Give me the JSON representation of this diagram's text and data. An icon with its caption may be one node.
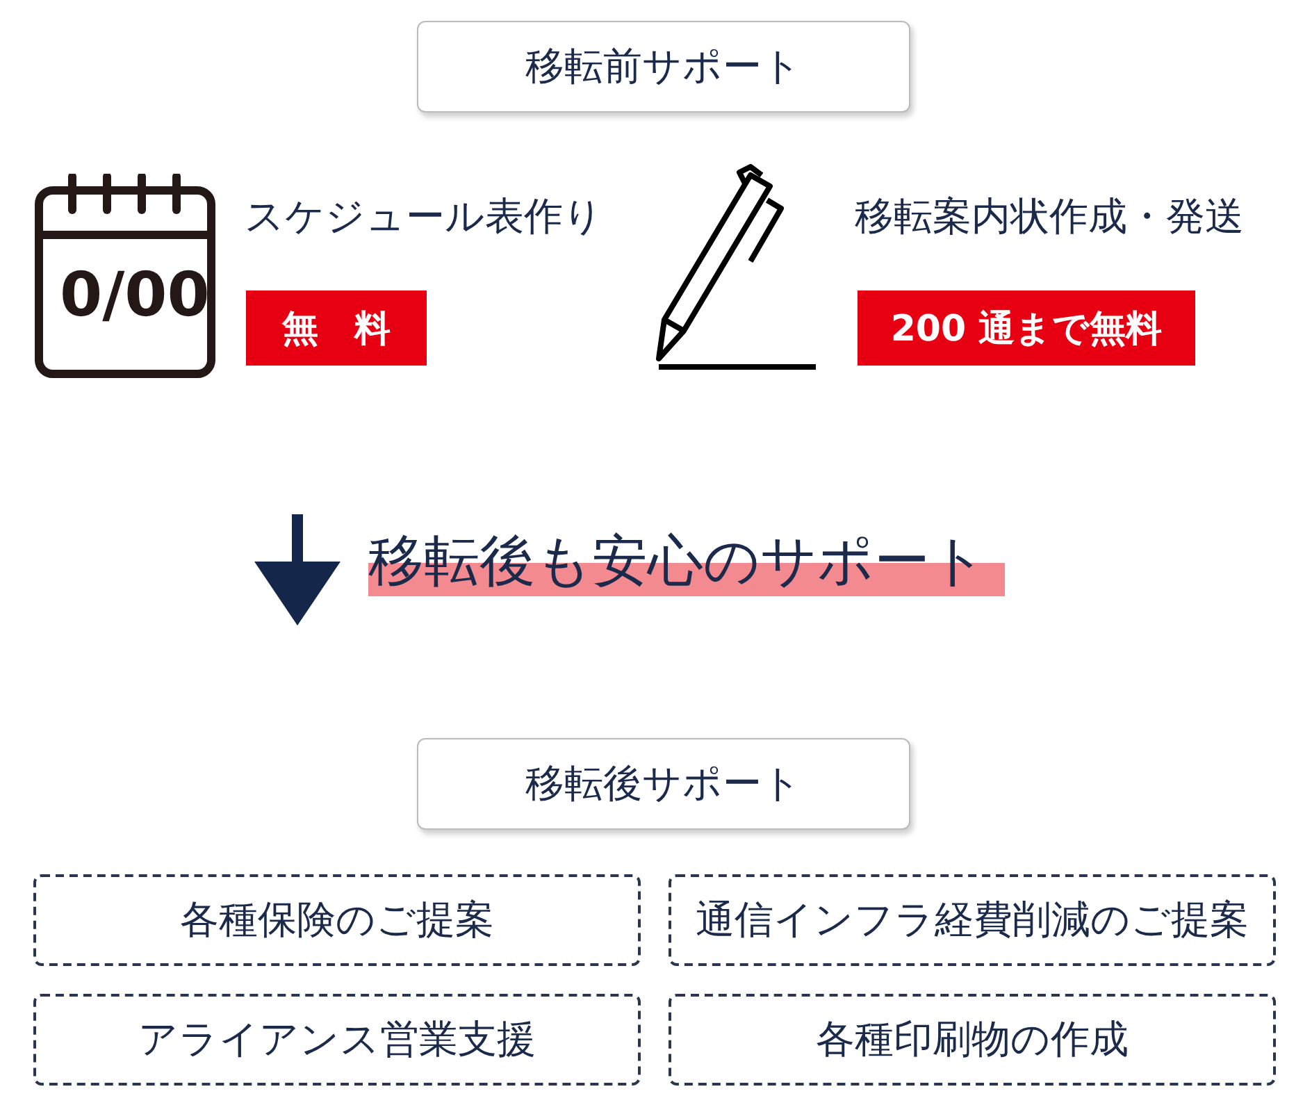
{
  "diagram": {
    "nodes": [
      {
        "text": [
          "移転前サポート"
        ]
      },
      {
        "text": [
          "無　料"
        ]
      },
      {
        "text": [
          "200 通まで無料"
        ]
      },
      {
        "text": [
          "移転後サポート"
        ]
      },
      {
        "text": [
          "各種保険のご提案"
        ]
      },
      {
        "text": [
          "通信インフラ経費削減のご提案"
        ]
      },
      {
        "text": [
          "アライアンス営業支援"
        ]
      },
      {
        "text": [
          "各種印刷物の作成"
        ]
      }
    ],
    "labels": [
      "スケジュール表作り",
      "移転案内状作成・発送",
      "0/00",
      "移転後も安心のサポート"
    ]
  }
}
